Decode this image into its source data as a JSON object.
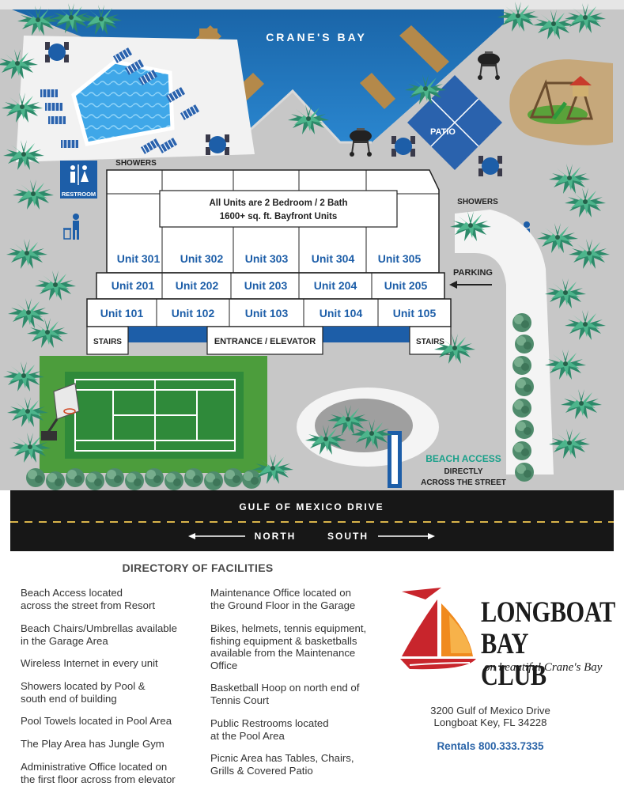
{
  "map": {
    "bay_name": "CRANE'S BAY",
    "patio": "PATIO",
    "showers_left": "SHOWERS",
    "showers_right": "SHOWERS",
    "restroom": "RESTROOM",
    "building_note_line1": "All Units are 2 Bedroom / 2 Bath",
    "building_note_line2": "1600+ sq. ft. Bayfront Units",
    "units_row3": [
      "Unit 301",
      "Unit 302",
      "Unit 303",
      "Unit 304",
      "Unit 305"
    ],
    "units_row2": [
      "Unit 201",
      "Unit 202",
      "Unit 203",
      "Unit 204",
      "Unit 205"
    ],
    "units_row1": [
      "Unit 101",
      "Unit 102",
      "Unit 103",
      "Unit 104",
      "Unit 105"
    ],
    "stairs_left": "STAIRS",
    "stairs_right": "STAIRS",
    "entrance": "ENTRANCE / ELEVATOR",
    "parking": "PARKING",
    "beach_access_title": "BEACH ACCESS",
    "beach_access_line2": "DIRECTLY",
    "beach_access_line3": "ACROSS THE STREET",
    "road_name": "GULF OF MEXICO DRIVE",
    "north": "NORTH",
    "south": "SOUTH",
    "colors": {
      "bay": "#1f6fb2",
      "unit_text": "#1d5ea8",
      "patio": "#2a62ad",
      "court": "#2e8b3c",
      "beach_text": "#1aa08a",
      "road": "#171717",
      "pavement": "#b8b8b8",
      "sail_red": "#c8252c",
      "sail_orange": "#f08a1e",
      "phone": "#2a64a8"
    }
  },
  "directory": {
    "title": "DIRECTORY OF FACILITIES",
    "left": [
      [
        "Beach Access located",
        "across the street from Resort"
      ],
      [
        "Beach Chairs/Umbrellas available",
        "in the Garage Area"
      ],
      [
        "Wireless Internet in every unit"
      ],
      [
        "Showers located by Pool &",
        "south end of building"
      ],
      [
        "Pool Towels located in Pool Area"
      ],
      [
        "The Play Area has Jungle Gym"
      ],
      [
        "Administrative Office located on",
        "the first floor across from elevator"
      ]
    ],
    "right": [
      [
        "Maintenance Office located on",
        "the Ground Floor in the Garage"
      ],
      [
        "Bikes, helmets, tennis equipment,",
        "fishing equipment & basketballs",
        "available from the Maintenance",
        "Office"
      ],
      [
        "Basketball Hoop on north end of",
        "Tennis Court"
      ],
      [
        "Public Restrooms located",
        "at the Pool Area"
      ],
      [
        "Picnic Area has Tables, Chairs,",
        "Grills & Covered Patio"
      ]
    ]
  },
  "brand": {
    "line1": "LONGBOAT",
    "line2": "BAY CLUB",
    "tagline": "on beautiful Crane's Bay",
    "address_line1": "3200 Gulf of Mexico Drive",
    "address_line2": "Longboat Key, FL 34228",
    "phone": "Rentals 800.333.7335"
  }
}
